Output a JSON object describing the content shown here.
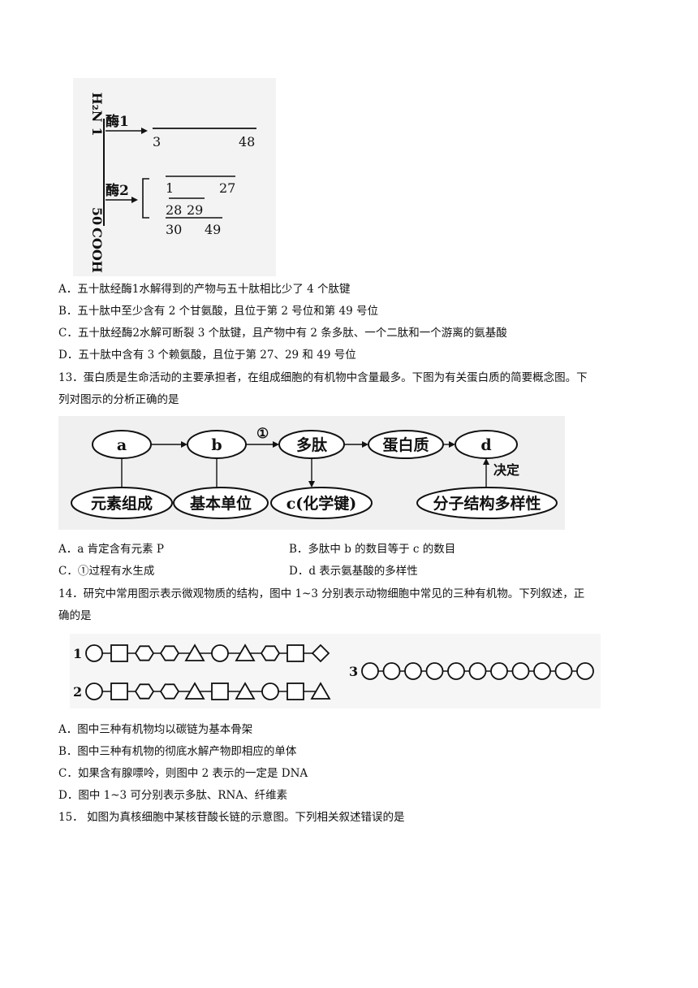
{
  "q12": {
    "figure": {
      "n_terminus": "H₂N",
      "first_residue": "1",
      "last_residue": "50",
      "c_terminus": "COOH",
      "enzyme1": "酶1",
      "enzyme1_fragment": {
        "start": "3",
        "end": "48"
      },
      "enzyme2": "酶2",
      "enzyme2_fragments": [
        {
          "start": "1",
          "end": "27"
        },
        {
          "start": "28",
          "end": "29"
        },
        {
          "start": "30",
          "end": "49"
        }
      ]
    },
    "options": [
      "A．五十肽经酶1水解得到的产物与五十肽相比少了 4 个肽键",
      "B．五十肽中至少含有 2 个甘氨酸，且位于第 2 号位和第 49 号位",
      "C．五十肽经酶2水解可断裂 3 个肽键，且产物中有 2 条多肽、一个二肽和一个游离的氨基酸",
      "D．五十肽中含有 3 个赖氨酸，且位于第 27、29 和 49 号位"
    ]
  },
  "q13": {
    "stem_line1": "13．蛋白质是生命活动的主要承担者，在组成细胞的有机物中含量最多。下图为有关蛋白质的简要概念图。下",
    "stem_line2": "列对图示的分析正确的是",
    "diagram": {
      "a": "a",
      "b": "b",
      "step1": "①",
      "polypeptide": "多肽",
      "protein": "蛋白质",
      "d": "d",
      "elements": "元素组成",
      "basic_unit": "基本单位",
      "c_bond": "c(化学键)",
      "determines": "决定",
      "diversity": "分子结构多样性"
    },
    "options": {
      "A": "A．a 肯定含有元素 P",
      "B": "B．多肽中 b 的数目等于 c 的数目",
      "C": "C．①过程有水生成",
      "D": "D．d 表示氨基酸的多样性"
    }
  },
  "q14": {
    "stem_line1": "14．研究中常用图示表示微观物质的结构，图中 1~3 分别表示动物细胞中常见的三种有机物。下列叙述，正",
    "stem_line2": "确的是",
    "figure": {
      "label1": "1",
      "label2": "2",
      "label3": "3"
    },
    "options": [
      "A．图中三种有机物均以碳链为基本骨架",
      "B．图中三种有机物的彻底水解产物即相应的单体",
      "C．如果含有腺嘌呤，则图中 2 表示的一定是 DNA",
      "D．图中 1~3 可分别表示多肽、RNA、纤维素"
    ]
  },
  "q15": {
    "stem": "15． 如图为真核细胞中某核苷酸长链的示意图。下列相关叙述错误的是"
  }
}
